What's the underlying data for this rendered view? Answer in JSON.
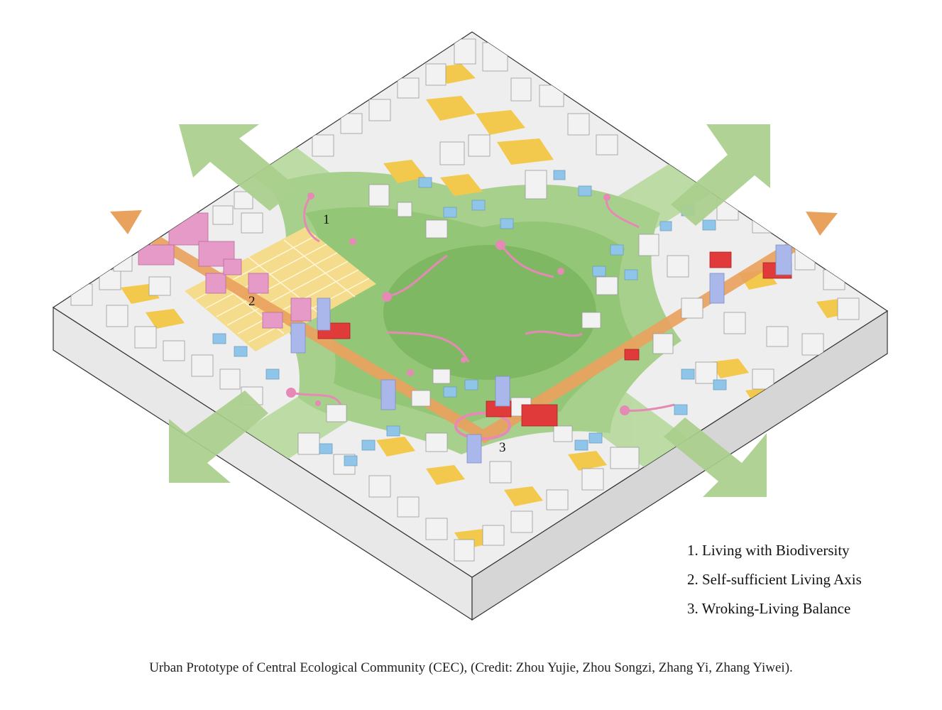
{
  "diagram": {
    "zone_labels": [
      "1",
      "2",
      "3"
    ],
    "legend": [
      "1. Living with Biodiversity",
      "2. Self-sufficient Living Axis",
      "3. Wroking-Living Balance"
    ],
    "caption": "Urban Prototype of Central Ecological Community (CEC), (Credit: Zhou Yujie, Zhou Songzi, Zhang Yi, Zhang Yiwei)."
  },
  "colors": {
    "green_corridor": "#a9cf8c",
    "green_dark": "#88bf6a",
    "axis_orange": "#e9a25e",
    "plot_yellow": "#f2c94c",
    "building_white": "#f2f2f2",
    "building_blue": "#8ec5e8",
    "building_red": "#e03a3a",
    "building_pink": "#e59ac8",
    "building_lavender": "#a9b7ea",
    "path_pink": "#e58ab5"
  }
}
